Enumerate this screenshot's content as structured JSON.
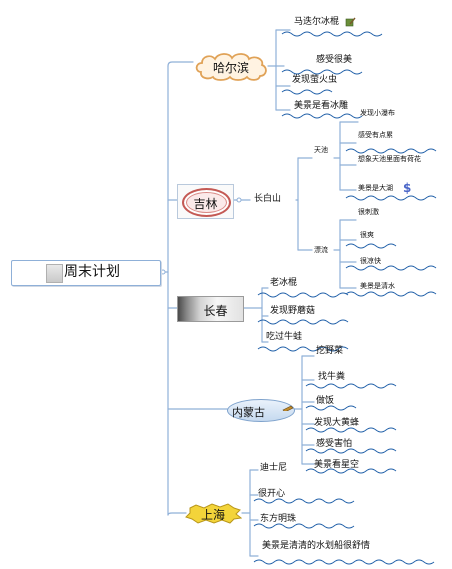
{
  "root": {
    "label": "周末计划"
  },
  "branches": {
    "harbin": {
      "label": "哈尔滨",
      "items": [
        "马迭尔冰棍",
        "感受很美",
        "发现萤火虫",
        "美景是看冰雕"
      ]
    },
    "jilin": {
      "label": "吉林",
      "sub": "长白山",
      "tianchi": {
        "label": "天池",
        "items": [
          "发现小瀑布",
          "感受有点累",
          "想象天池里面有荷花",
          "美景是大湖"
        ]
      },
      "piaoliu": {
        "label": "漂流",
        "items": [
          "很刺激",
          "很爽",
          "很凉快",
          "美景是清水"
        ]
      }
    },
    "changchun": {
      "label": "长春",
      "items": [
        "老冰棍",
        "发现野蘑菇",
        "吃过牛蛙"
      ]
    },
    "neimenggu": {
      "label": "内蒙古",
      "items": [
        "挖野菜",
        "找牛粪",
        "做饭",
        "发现大黄蜂",
        "感受害怕",
        "美景看星空"
      ]
    },
    "shanghai": {
      "label": "上海",
      "items": [
        "迪士尼",
        "很开心",
        "东方明珠",
        "美景是清清的水划船很舒情"
      ]
    }
  },
  "icons": {
    "harbin_item": "note-pencil-icon",
    "jilin_item": "dollar-icon",
    "neimenggu_node": "pencil-icon"
  },
  "colors": {
    "line": "#8fb0d8",
    "wave": "#1f5fa8",
    "harbin_cloud": "#f2c48a",
    "jilin_ring": "#c45a55",
    "shanghai_fill": "#f3d43a",
    "dollar": "#4a66c8"
  }
}
